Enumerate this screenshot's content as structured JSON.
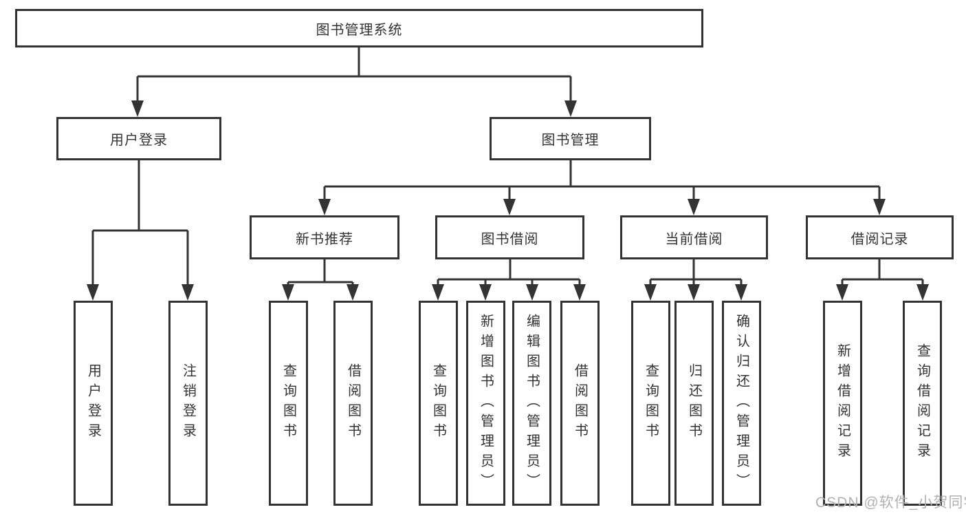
{
  "diagram": {
    "type": "hierarchy-tree",
    "colors": {
      "line": "#333333",
      "text": "#333333",
      "background": "#ffffff"
    },
    "tree": {
      "label": "图书管理系统",
      "children": [
        {
          "label": "用户登录",
          "children": [
            {
              "label": "用户登录"
            },
            {
              "label": "注销登录"
            }
          ]
        },
        {
          "label": "图书管理",
          "children": [
            {
              "label": "新书推荐",
              "children": [
                {
                  "label": "查询图书"
                },
                {
                  "label": "借阅图书"
                }
              ]
            },
            {
              "label": "图书借阅",
              "children": [
                {
                  "label": "查询图书"
                },
                {
                  "label": "新增图书（管理员）"
                },
                {
                  "label": "编辑图书（管理员）"
                },
                {
                  "label": "借阅图书"
                }
              ]
            },
            {
              "label": "当前借阅",
              "children": [
                {
                  "label": "查询图书"
                },
                {
                  "label": "归还图书"
                },
                {
                  "label": "确认归还（管理员）"
                }
              ]
            },
            {
              "label": "借阅记录",
              "children": [
                {
                  "label": "新增借阅记录"
                },
                {
                  "label": "查询借阅记录"
                }
              ]
            }
          ]
        }
      ]
    }
  },
  "watermark": {
    "text": "CSDN @软件_小贺同学",
    "color": "#b1b1b1"
  }
}
